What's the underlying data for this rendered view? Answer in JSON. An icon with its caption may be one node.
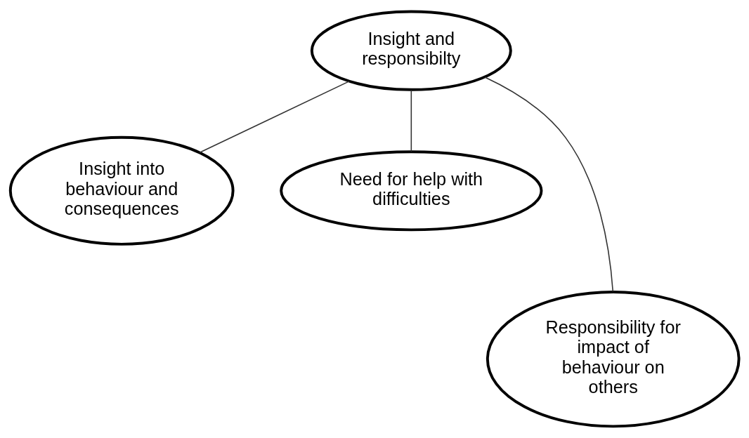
{
  "diagram": {
    "nodes": [
      {
        "text": [
          "Insight and responsibilty"
        ]
      },
      {
        "text": [
          "Insight into behaviour and consequences"
        ]
      },
      {
        "text": [
          "Need for help with difficulties"
        ]
      },
      {
        "text": [
          "Responsibility for impact of behaviour on others"
        ]
      }
    ],
    "edges": [
      {
        "from": 0,
        "to": 1,
        "arrow": "none"
      },
      {
        "from": 0,
        "to": 3,
        "arrow": "none"
      },
      {
        "from": 0,
        "to": 2,
        "arrow": "none"
      }
    ]
  }
}
